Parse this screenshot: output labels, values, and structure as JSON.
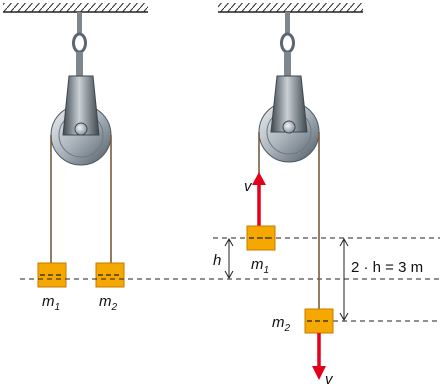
{
  "colors": {
    "rope": "#7a5a3c",
    "mass_fill": "#f5a800",
    "mass_stroke": "#c87800",
    "arrow": "#e3001b",
    "metal_dark": "#5b6670",
    "metal_light": "#d8dde2",
    "line": "#222222"
  },
  "icons": {
    "ceiling": "hatched-ceiling-icon",
    "hook": "hook-chain-icon",
    "pulley": "pulley-wheel-icon",
    "arrow": "velocity-arrow-icon"
  },
  "left": {
    "m1": {
      "base": "m",
      "sub": "1"
    },
    "m2": {
      "base": "m",
      "sub": "2"
    }
  },
  "right": {
    "v_up": "v",
    "v_down": "v",
    "h_label": "h",
    "m1": {
      "base": "m",
      "sub": "1"
    },
    "m2": {
      "base": "m",
      "sub": "2"
    },
    "dist_label": "2 · h = 3 m"
  }
}
